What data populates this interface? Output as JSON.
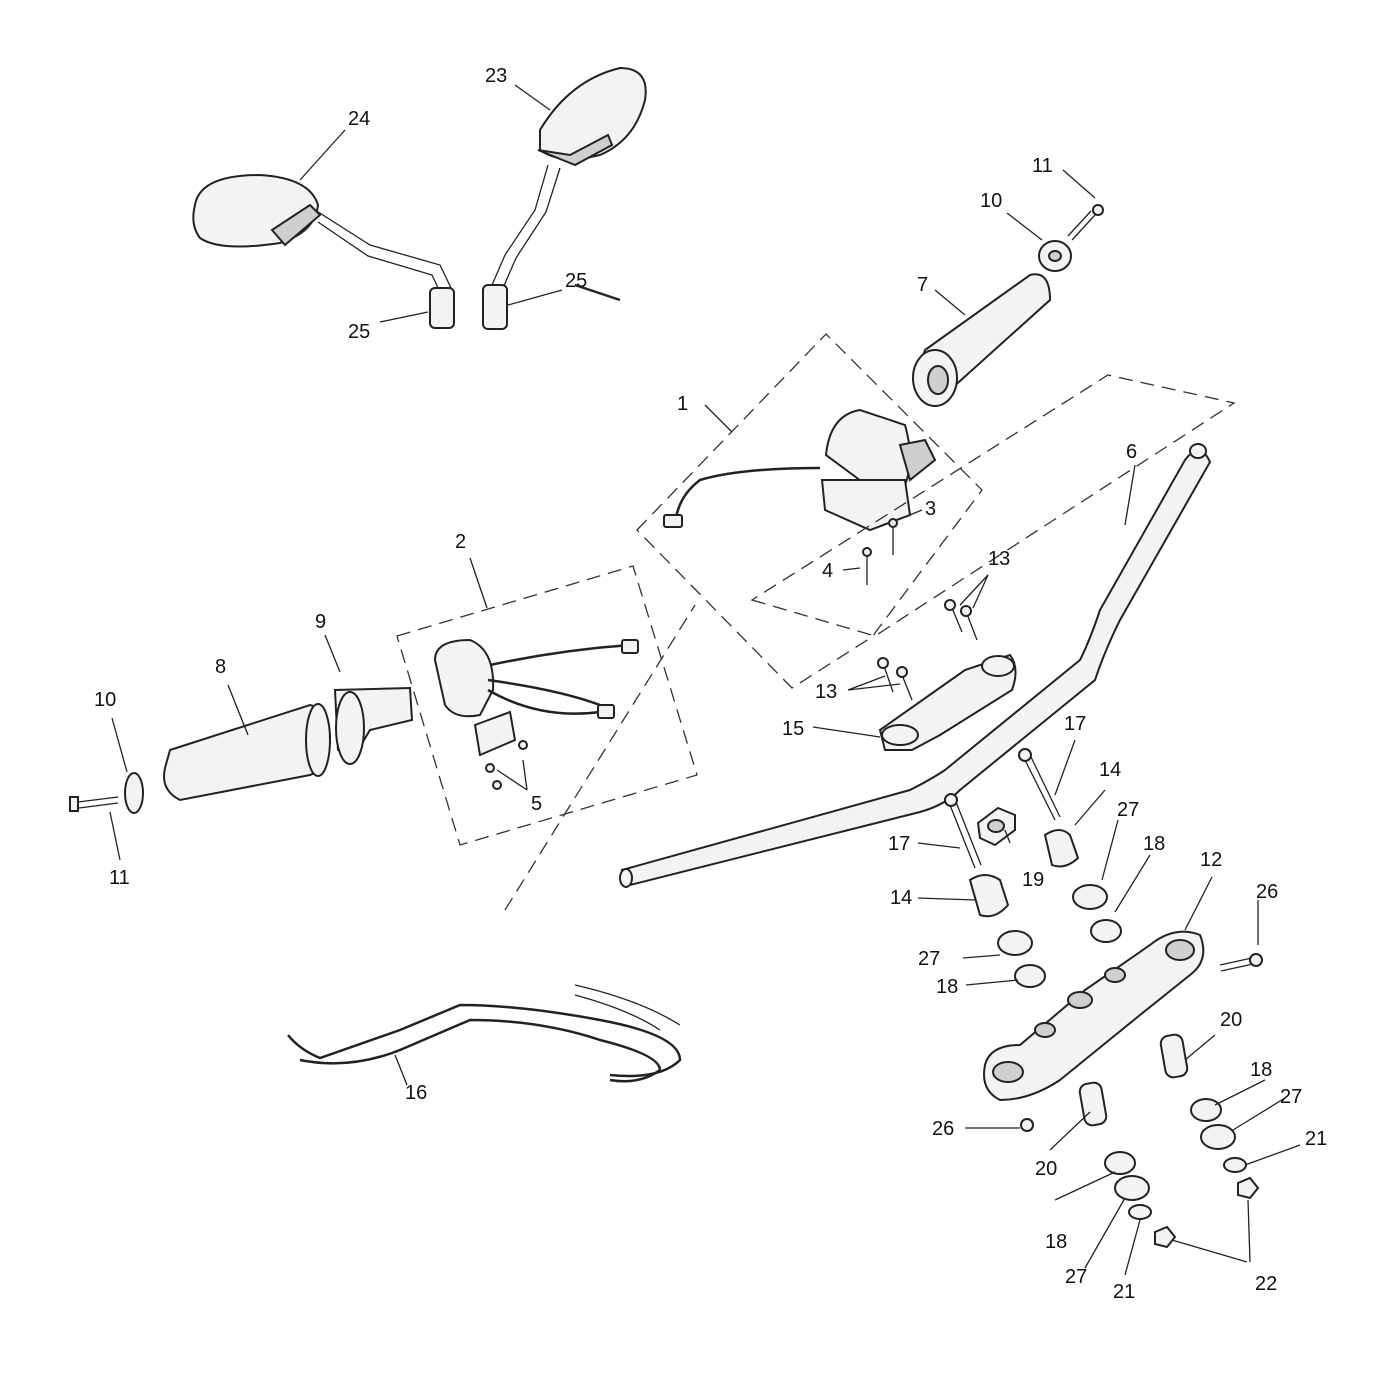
{
  "callouts": [
    {
      "id": "c1",
      "text": "1"
    },
    {
      "id": "c2",
      "text": "2"
    },
    {
      "id": "c3",
      "text": "3"
    },
    {
      "id": "c4",
      "text": "4"
    },
    {
      "id": "c5",
      "text": "5"
    },
    {
      "id": "c6",
      "text": "6"
    },
    {
      "id": "c7",
      "text": "7"
    },
    {
      "id": "c8",
      "text": "8"
    },
    {
      "id": "c9",
      "text": "9"
    },
    {
      "id": "c10a",
      "text": "10"
    },
    {
      "id": "c10b",
      "text": "10"
    },
    {
      "id": "c11a",
      "text": "11"
    },
    {
      "id": "c11b",
      "text": "11"
    },
    {
      "id": "c12",
      "text": "12"
    },
    {
      "id": "c13a",
      "text": "13"
    },
    {
      "id": "c13b",
      "text": "13"
    },
    {
      "id": "c14a",
      "text": "14"
    },
    {
      "id": "c14b",
      "text": "14"
    },
    {
      "id": "c15",
      "text": "15"
    },
    {
      "id": "c16",
      "text": "16"
    },
    {
      "id": "c17a",
      "text": "17"
    },
    {
      "id": "c17b",
      "text": "17"
    },
    {
      "id": "c18a",
      "text": "18"
    },
    {
      "id": "c18b",
      "text": "18"
    },
    {
      "id": "c18c",
      "text": "18"
    },
    {
      "id": "c18d",
      "text": "18"
    },
    {
      "id": "c19",
      "text": "19"
    },
    {
      "id": "c20a",
      "text": "20"
    },
    {
      "id": "c20b",
      "text": "20"
    },
    {
      "id": "c21a",
      "text": "21"
    },
    {
      "id": "c21b",
      "text": "21"
    },
    {
      "id": "c22",
      "text": "22"
    },
    {
      "id": "c23",
      "text": "23"
    },
    {
      "id": "c24",
      "text": "24"
    },
    {
      "id": "c25a",
      "text": "25"
    },
    {
      "id": "c25b",
      "text": "25"
    },
    {
      "id": "c26a",
      "text": "26"
    },
    {
      "id": "c26b",
      "text": "26"
    },
    {
      "id": "c27a",
      "text": "27"
    },
    {
      "id": "c27b",
      "text": "27"
    },
    {
      "id": "c27c",
      "text": "27"
    },
    {
      "id": "c27d",
      "text": "27"
    }
  ]
}
